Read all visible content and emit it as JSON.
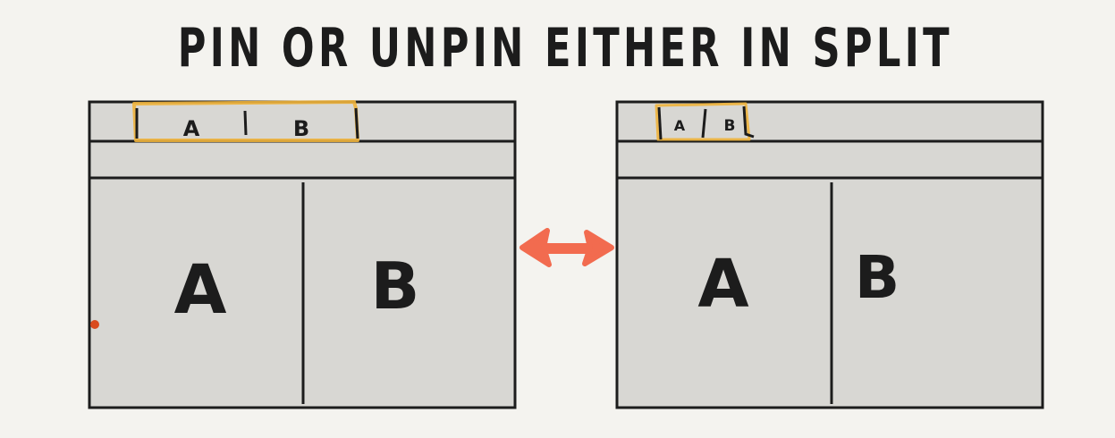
{
  "title": "PIN OR UNPIN EITHER IN SPLIT",
  "colors": {
    "background": "#f4f3ef",
    "window_fill": "#d8d7d3",
    "outline": "#1c1c1c",
    "pin_highlight": "#f0b43c",
    "arrow": "#f26b4f",
    "dot": "#d94a1e"
  },
  "left_window": {
    "tabs": [
      "A",
      "B"
    ],
    "panes": [
      "A",
      "B"
    ]
  },
  "right_window": {
    "tabs": [
      "A",
      "B"
    ],
    "panes": [
      "A",
      "B"
    ]
  },
  "connector": {
    "icon": "double-arrow-icon"
  }
}
